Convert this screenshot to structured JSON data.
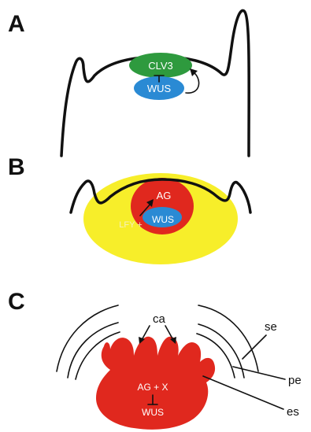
{
  "panels": {
    "a": {
      "letter": "A",
      "genes": {
        "top": "CLV3",
        "bottom": "WUS"
      },
      "colors": {
        "clv3": "#2e9a3e",
        "wus": "#2a8ad4"
      }
    },
    "b": {
      "letter": "B",
      "genes": {
        "ag": "AG",
        "wus": "WUS",
        "lfy": "LFY +"
      },
      "colors": {
        "yellow_domain": "#f7ee2a",
        "ag_domain": "#e0281e",
        "wus": "#2a8ad4"
      }
    },
    "c": {
      "letter": "C",
      "genes": {
        "ag_x": "AG + X",
        "wus": "WUS"
      },
      "organs": {
        "ca": "ca",
        "se": "se",
        "pe": "pe",
        "es": "es"
      },
      "colors": {
        "carpel_domain": "#e0281e"
      }
    }
  }
}
